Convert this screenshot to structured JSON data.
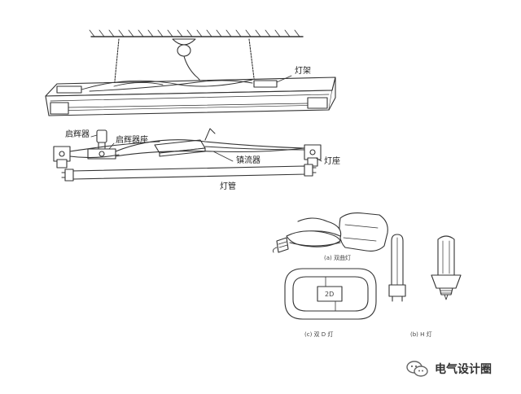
{
  "labels": {
    "fixture_frame": "灯架",
    "starter": "启辉器",
    "starter_socket": "启辉器座",
    "ballast": "镇流器",
    "lamp_holder": "灯座",
    "lamp_tube": "灯管",
    "lamp_2d_text": "2D"
  },
  "captions": {
    "double_curve": "(a) 双曲灯",
    "type_2d": "(c) 双 D 灯",
    "type_h": "(b) H 灯"
  },
  "watermark": {
    "text": "电气设计圈",
    "icon": "wechat-icon"
  }
}
